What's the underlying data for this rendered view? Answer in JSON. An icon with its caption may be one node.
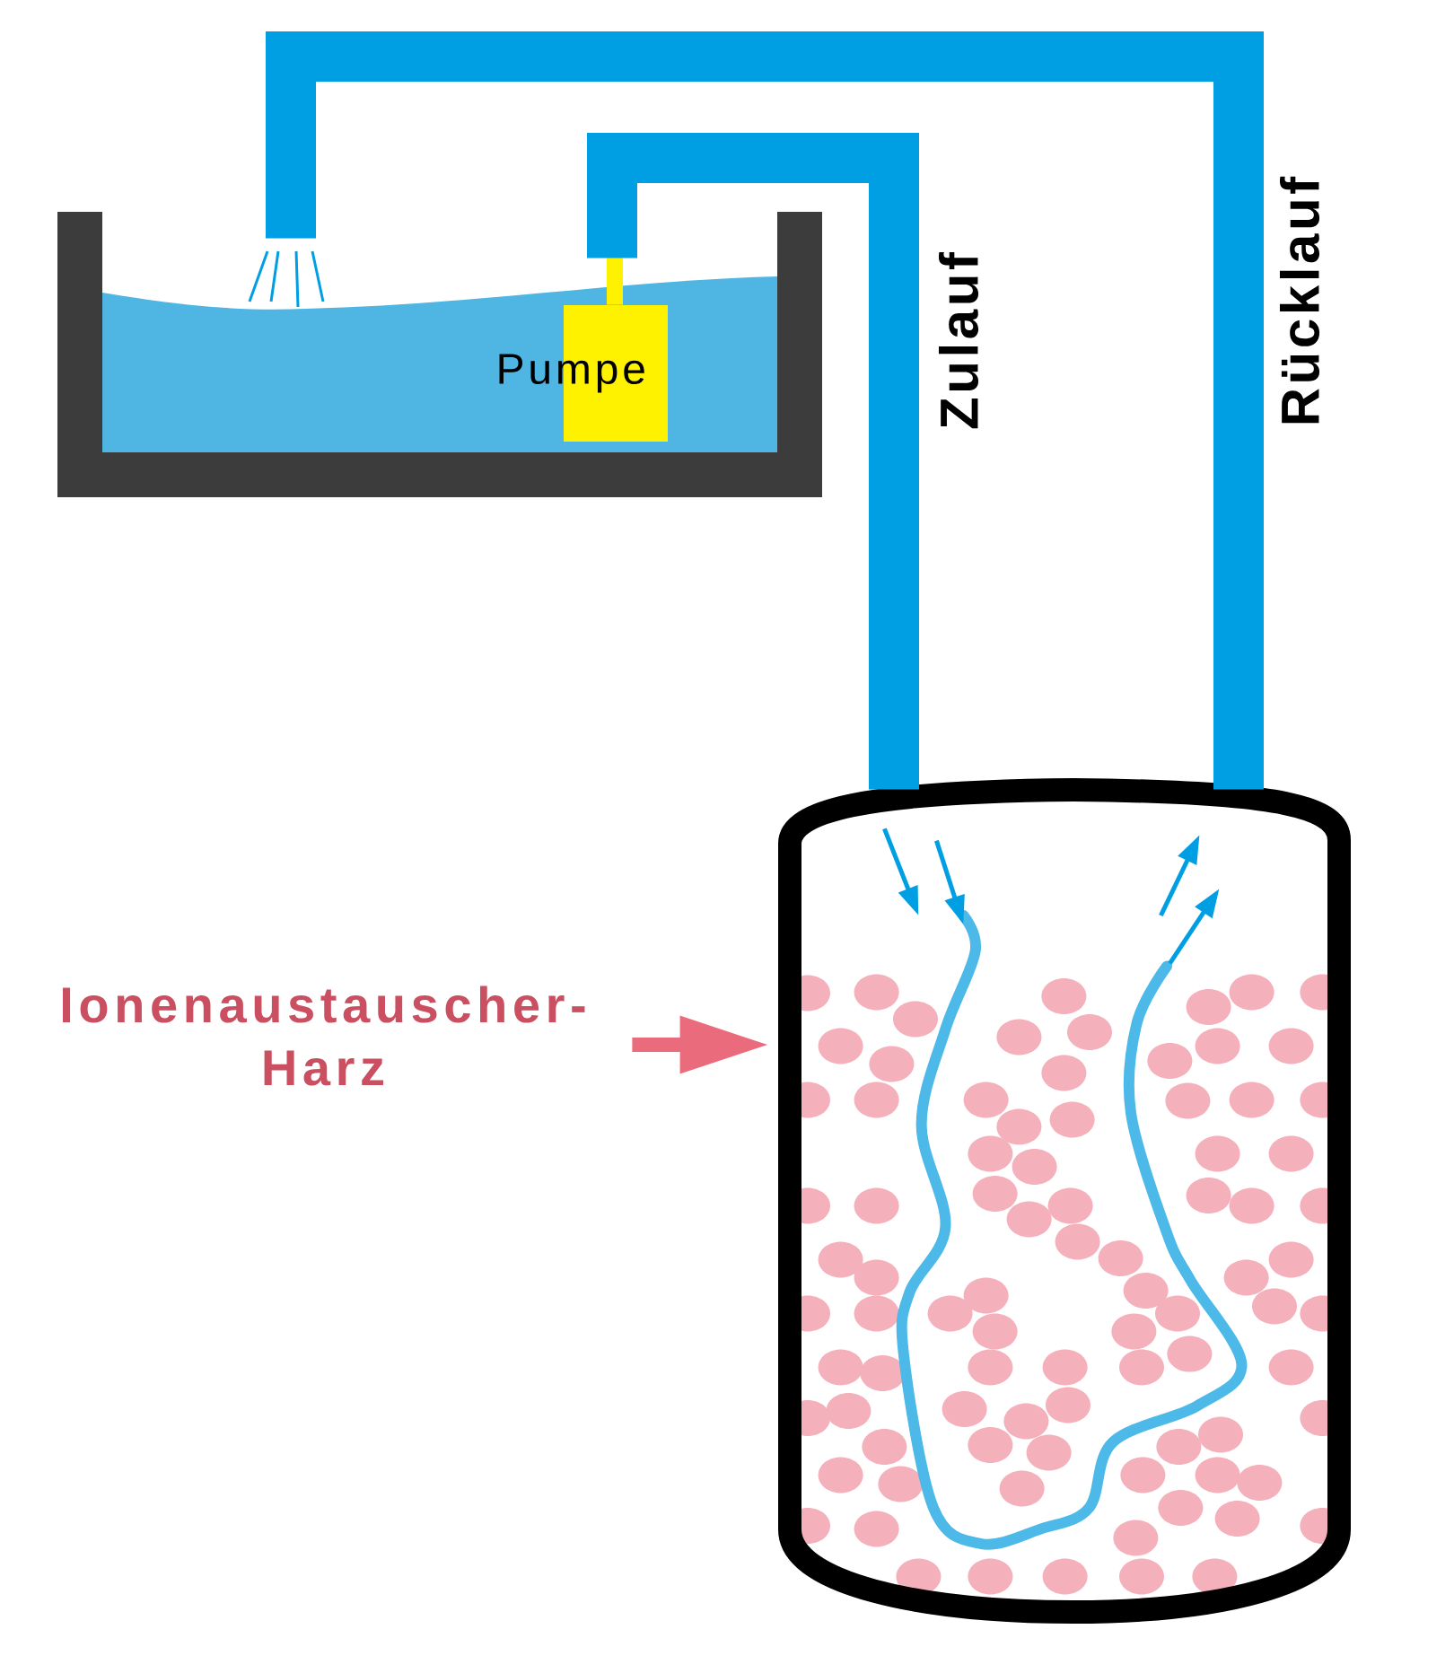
{
  "diagram": {
    "nodes": [
      {
        "text": [],
        "shape": "box"
      },
      {
        "text": [
          "Pumpe"
        ],
        "in": 0
      },
      {
        "text": [],
        "shape": "cylinder"
      },
      {
        "text": [
          "Ionenaustauscher- Harz"
        ]
      }
    ],
    "edges": [
      {
        "from": 1,
        "to": 2,
        "arrow": "none",
        "label": "Zulauf",
        "color": "#009fe3"
      },
      {
        "from": 2,
        "to": 0,
        "arrow": "none",
        "label": "Rücklauf",
        "color": "#009fe3"
      },
      {
        "from": 3,
        "to": 2,
        "arrow": "to",
        "color": "#ea6b7b"
      }
    ]
  }
}
